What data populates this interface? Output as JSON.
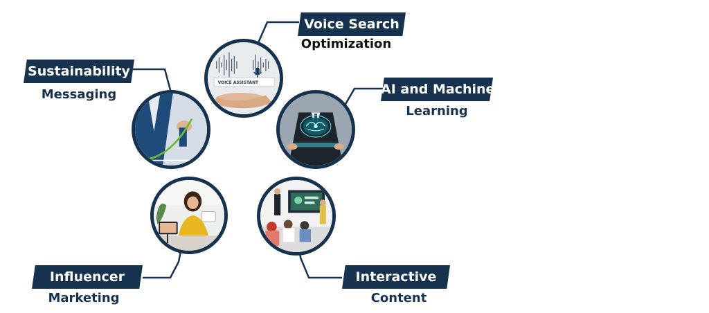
{
  "colors": {
    "navy": "#16324f",
    "white": "#ffffff",
    "text_dark": "#111111"
  },
  "topics": [
    {
      "id": "voice",
      "title": "Voice Search",
      "subtitle": "Optimization",
      "image_text": "VOICE ASSISTANT"
    },
    {
      "id": "sustain",
      "title": "Sustainability",
      "subtitle": "Messaging"
    },
    {
      "id": "ai",
      "title": "AI and Machine",
      "subtitle": "Learning"
    },
    {
      "id": "influencer",
      "title": "Influencer",
      "subtitle": "Marketing"
    },
    {
      "id": "interactive",
      "title": "Interactive",
      "subtitle": "Content"
    }
  ],
  "icons": {
    "voice": "microphone-icon",
    "sustain": "growth-chart-icon",
    "ai": "brain-icon",
    "influencer": "smartphone-icon",
    "interactive": "classroom-screen-icon"
  }
}
